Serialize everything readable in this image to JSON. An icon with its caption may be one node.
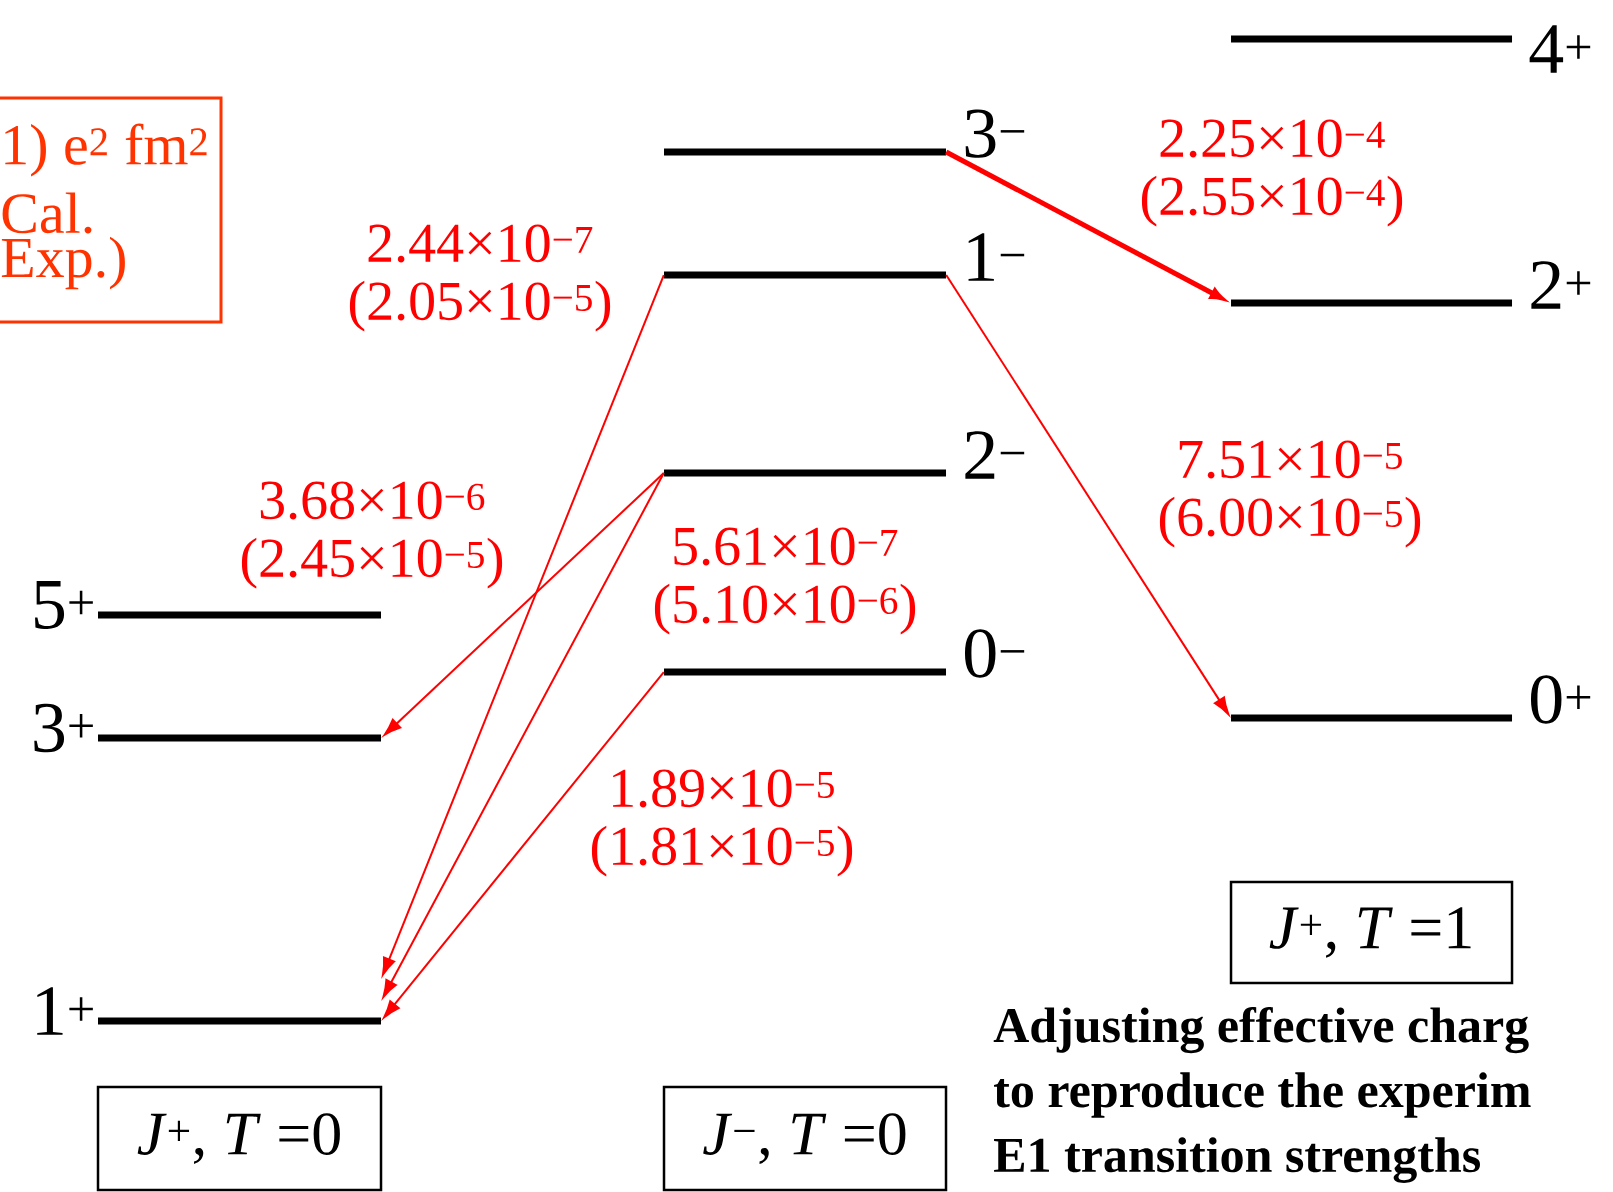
{
  "diagram": {
    "nodes": [
      {
        "text": [
          "5$^{+}$"
        ]
      },
      {
        "text": [
          "3$^{+}$"
        ]
      },
      {
        "text": [
          "1$^{+}$"
        ]
      },
      {
        "text": [
          "3$^{−}$"
        ]
      },
      {
        "text": [
          "1$^{−}$"
        ]
      },
      {
        "text": [
          "2$^{−}$"
        ]
      },
      {
        "text": [
          "0$^{−}$"
        ]
      },
      {
        "text": [
          "4$^{+}$"
        ]
      },
      {
        "text": [
          "2$^{+}$"
        ]
      },
      {
        "text": [
          "0$^{+}$"
        ]
      },
      {
        "text": [
          "*J*$^{+}$, *T* =0"
        ]
      },
      {
        "text": [
          "*J*$^{−}$, *T* =0"
        ]
      },
      {
        "text": [
          "*J*$^{+}$, *T* =1"
        ]
      },
      {
        "text": [
          "1) e$^{2}$ fm$^{2}$",
          "Cal.",
          "Exp.)"
        ]
      }
    ],
    "edges": [
      {
        "from": 4,
        "to": 2,
        "arrow": "to",
        "label": "2.44×10$^{−7}$ (2.05×10$^{−5}$)"
      },
      {
        "from": 5,
        "to": 1,
        "arrow": "to",
        "label": "3.68×10$^{−6}$ (2.45×10$^{−5}$)"
      },
      {
        "from": 5,
        "to": 2,
        "arrow": "to",
        "label": "5.61×10$^{−7}$ (5.10×10$^{−6}$)"
      },
      {
        "from": 6,
        "to": 2,
        "arrow": "to",
        "label": "1.89×10$^{−5}$ (1.81×10$^{−5}$)"
      },
      {
        "from": 3,
        "to": 8,
        "arrow": "to",
        "style": "thick",
        "label": "2.25×10$^{−4}$ (2.55×10$^{−4}$)"
      },
      {
        "from": 4,
        "to": 9,
        "arrow": "to",
        "label": "7.51×10$^{−5}$ (6.00×10$^{−5}$)"
      }
    ],
    "labels": [
      "Adjusting effective charg",
      "to reproduce the experim",
      "E1 transition strengths"
    ]
  }
}
